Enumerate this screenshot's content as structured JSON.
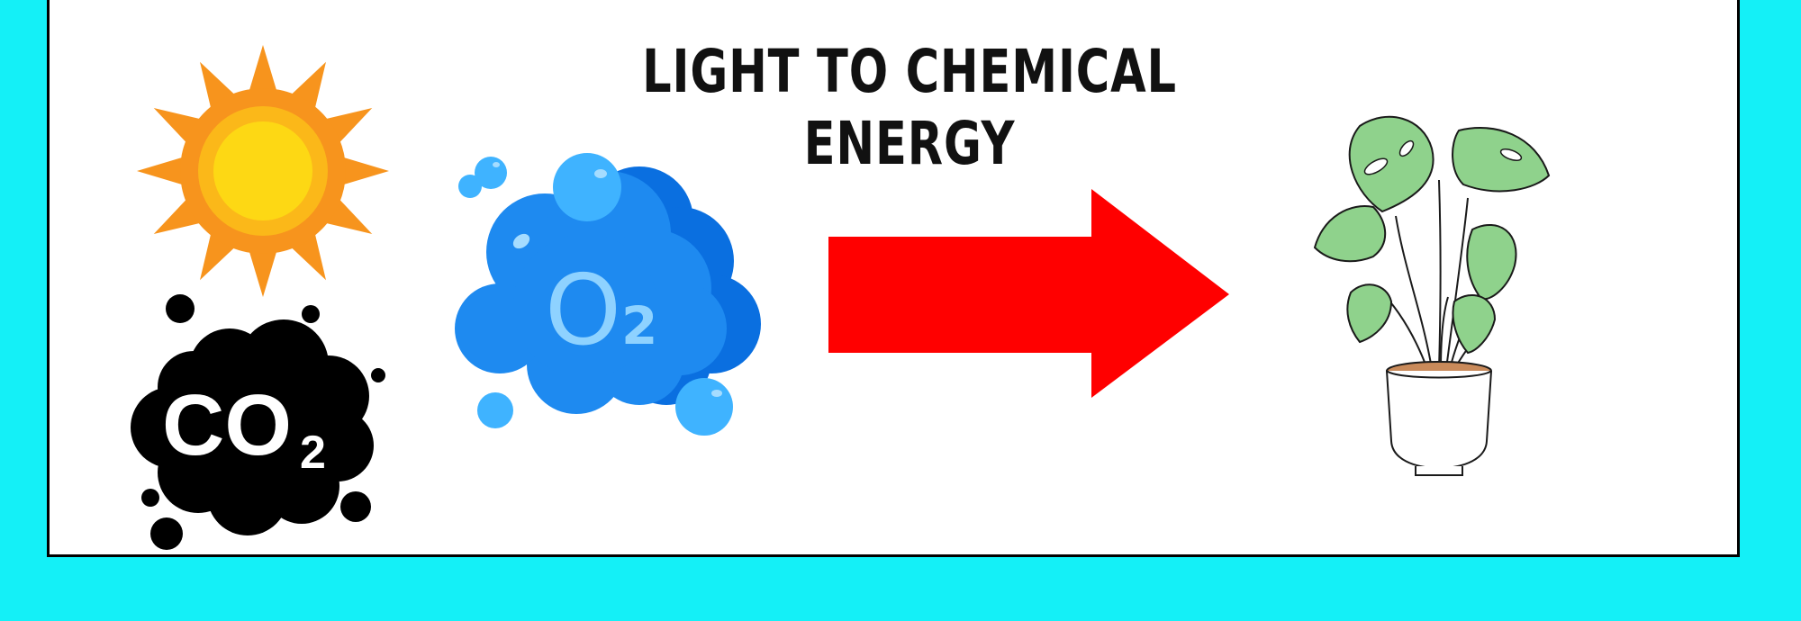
{
  "diagram": {
    "title": "LIGHT TO CHEMICAL ENERGY",
    "co2_label": "CO",
    "co2_subscript": "2",
    "o2_label": "O",
    "o2_subscript": "2"
  },
  "colors": {
    "background": "#14f0f7",
    "panel": "#ffffff",
    "arrow": "#ff0000",
    "sun_rays": "#f7941d",
    "sun_core": "#fdd814",
    "o2_cloud": "#1e8af0",
    "o2_bubble": "#3fb3ff",
    "co2_cloud": "#000000",
    "leaf": "#8fd28c"
  },
  "icons": [
    "sun-icon",
    "co2-cloud-icon",
    "o2-cloud-icon",
    "arrow-icon",
    "plant-icon"
  ]
}
